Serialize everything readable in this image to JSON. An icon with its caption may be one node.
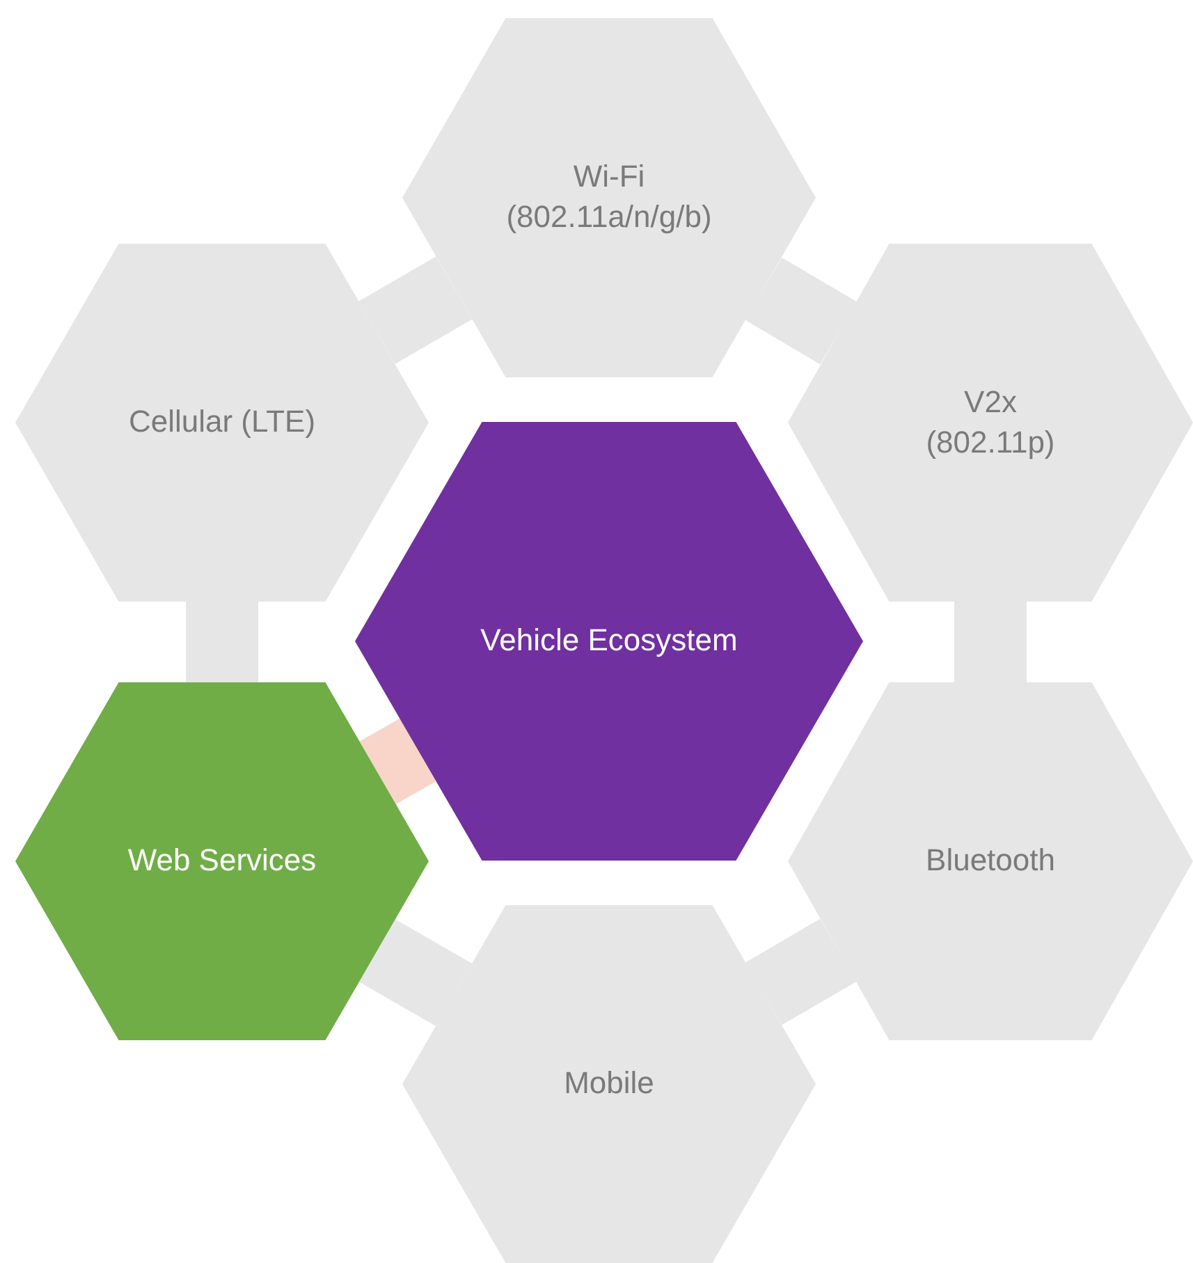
{
  "diagram": {
    "nodes": [
      {
        "text": [
          "Wi-Fi (802.11a/n/g/b)"
        ]
      },
      {
        "text": [
          "Cellular (LTE)"
        ]
      },
      {
        "text": [
          "V2x (802.11p)"
        ]
      },
      {
        "text": [
          "Vehicle Ecosystem"
        ]
      },
      {
        "text": [
          "Web Services"
        ]
      },
      {
        "text": [
          "Bluetooth"
        ]
      },
      {
        "text": [
          "Mobile"
        ]
      }
    ],
    "edges": [
      {
        "from": 1,
        "to": 0,
        "arrow": "none"
      },
      {
        "from": 0,
        "to": 2,
        "arrow": "none"
      },
      {
        "from": 2,
        "to": 5,
        "arrow": "none"
      },
      {
        "from": 5,
        "to": 6,
        "arrow": "none"
      },
      {
        "from": 6,
        "to": 4,
        "arrow": "none"
      },
      {
        "from": 4,
        "to": 1,
        "arrow": "none"
      },
      {
        "from": 4,
        "to": 3,
        "arrow": "none",
        "color": "#f8d5c8"
      }
    ]
  }
}
